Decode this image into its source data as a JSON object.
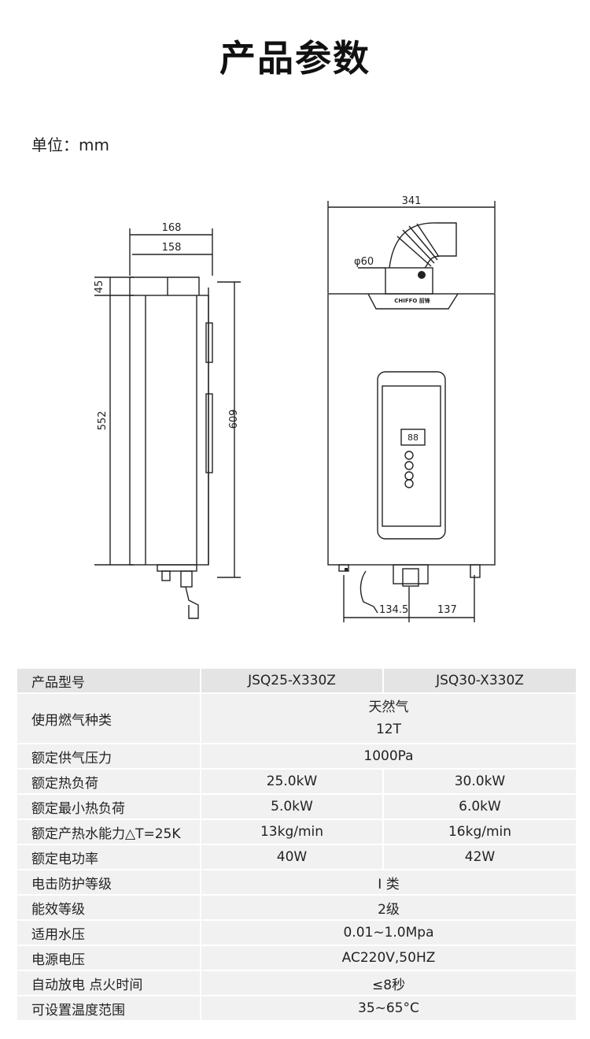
{
  "title": "产品参数",
  "unit_label": "单位：mm",
  "drawing": {
    "side_width_outer": "168",
    "side_width_inner": "158",
    "side_top_height": "45",
    "side_body_height": "552",
    "side_total_height": "609",
    "front_width": "341",
    "flue_diameter": "φ60",
    "left_offset": "134.5",
    "right_offset": "137",
    "brand": "CHIFFO 前锋",
    "display_digits": "88"
  },
  "spec_table": {
    "header": {
      "label": "产品型号",
      "models": [
        "JSQ25-X330Z",
        "JSQ30-X330Z"
      ]
    },
    "rows": [
      {
        "label": "使用燃气种类",
        "lines": [
          "天然气",
          "12T"
        ]
      },
      {
        "label": "额定供气压力",
        "value": "1000Pa"
      },
      {
        "label": "额定热负荷",
        "values": [
          "25.0kW",
          "30.0kW"
        ]
      },
      {
        "label": "额定最小热负荷",
        "values": [
          "5.0kW",
          "6.0kW"
        ]
      },
      {
        "label": "额定产热水能力△T=25K",
        "values": [
          "13kg/min",
          "16kg/min"
        ]
      },
      {
        "label": "额定电功率",
        "values": [
          "40W",
          "42W"
        ]
      },
      {
        "label": "电击防护等级",
        "value": "I 类"
      },
      {
        "label": "能效等级",
        "value": "2级"
      },
      {
        "label": "适用水压",
        "value": "0.01~1.0Mpa"
      },
      {
        "label": "电源电压",
        "value": "AC220V,50HZ"
      },
      {
        "label": "自动放电 点火时间",
        "value": "≤8秒"
      },
      {
        "label": "可设置温度范围",
        "value": "35~65°C"
      }
    ]
  }
}
